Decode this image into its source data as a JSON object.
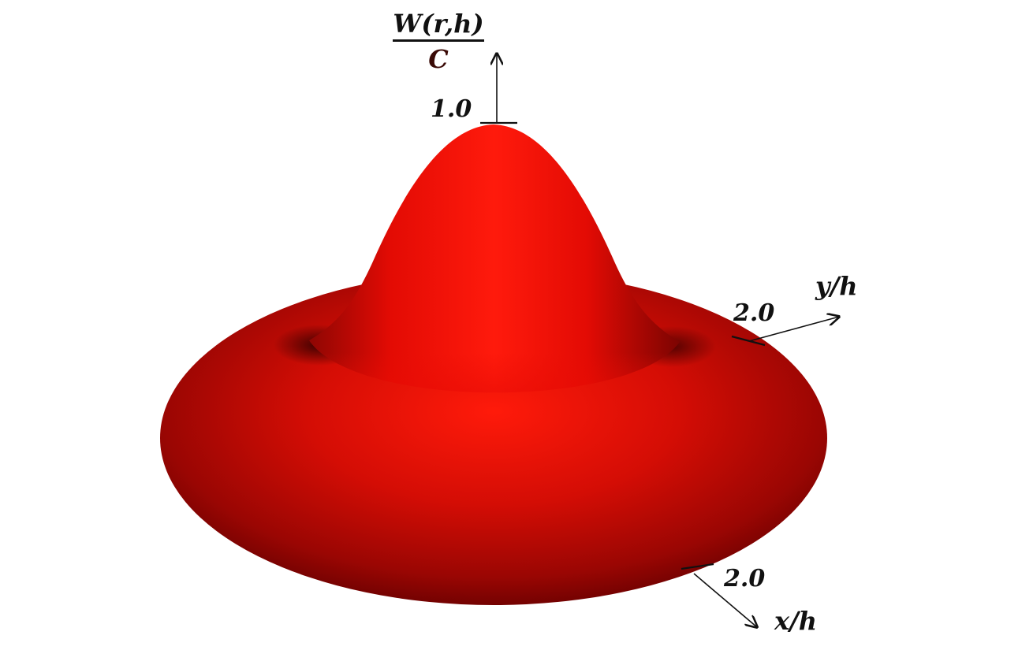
{
  "figure": {
    "surface_color": "#ff0000",
    "surface_shadow_color": "#5a0000",
    "axis_color": "#111111"
  },
  "axes": {
    "z": {
      "label_numerator": "W(r,h)",
      "label_denominator": "C",
      "tick": "1.0"
    },
    "y": {
      "label": "y/h",
      "tick": "2.0"
    },
    "x": {
      "label": "x/h",
      "tick": "2.0"
    }
  }
}
